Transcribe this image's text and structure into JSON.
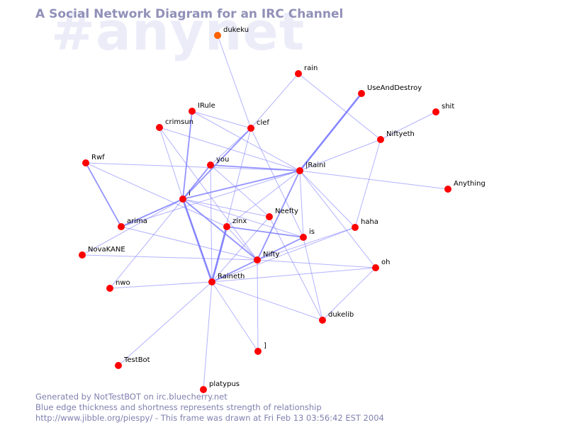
{
  "channel": "#anynet",
  "title": "A Social Network Diagram for an IRC Channel",
  "footer": {
    "line1": "Generated by NotTestBOT on irc.bluecherry.net",
    "line2": "Blue edge thickness and shortness represents strength of relationship",
    "line3": "http://www.jibble.org/piespy/ - This frame was drawn at Fri Feb 13 03:56:42 EST 2004"
  },
  "colors": {
    "node": "#ff0000",
    "highlight_node": "#ff6000",
    "edge": "#8080ff",
    "title": "#9090b8",
    "watermark": "#ececf9"
  },
  "nodes": [
    {
      "id": "dukeku",
      "label": "dukeku",
      "highlight": true
    },
    {
      "id": "rain",
      "label": "rain"
    },
    {
      "id": "UseAndDestroy",
      "label": "UseAndDestroy"
    },
    {
      "id": "shit",
      "label": "shit"
    },
    {
      "id": "IRule",
      "label": "IRule"
    },
    {
      "id": "clef",
      "label": "clef"
    },
    {
      "id": "crimsun",
      "label": "crimsun"
    },
    {
      "id": "Niftyeth",
      "label": "Niftyeth"
    },
    {
      "id": "Rwf",
      "label": "Rwf"
    },
    {
      "id": "you",
      "label": "you"
    },
    {
      "id": "IRainI",
      "label": "|RainI"
    },
    {
      "id": "Anything",
      "label": "Anything"
    },
    {
      "id": "i",
      "label": "i"
    },
    {
      "id": "Neefty",
      "label": "Neefty"
    },
    {
      "id": "arima",
      "label": "arima"
    },
    {
      "id": "zinx",
      "label": "zinx"
    },
    {
      "id": "haha",
      "label": "haha"
    },
    {
      "id": "is",
      "label": "is"
    },
    {
      "id": "NovaKANE",
      "label": "NovaKANE"
    },
    {
      "id": "Nifty",
      "label": "Nifty"
    },
    {
      "id": "oh",
      "label": "oh"
    },
    {
      "id": "Raineth",
      "label": "Raineth"
    },
    {
      "id": "nwo",
      "label": "nwo"
    },
    {
      "id": "dukelib",
      "label": "dukelib"
    },
    {
      "id": "bracket",
      "label": "]"
    },
    {
      "id": "TestBot",
      "label": "TestBot"
    },
    {
      "id": "platypus",
      "label": "platypus"
    }
  ],
  "edges": [
    {
      "from": "dukeku",
      "to": "clef",
      "weight": 1
    },
    {
      "from": "rain",
      "to": "clef",
      "weight": 1
    },
    {
      "from": "rain",
      "to": "Niftyeth",
      "weight": 1
    },
    {
      "from": "UseAndDestroy",
      "to": "IRainI",
      "weight": 3
    },
    {
      "from": "shit",
      "to": "Niftyeth",
      "weight": 1
    },
    {
      "from": "IRule",
      "to": "i",
      "weight": 2
    },
    {
      "from": "IRule",
      "to": "IRainI",
      "weight": 1
    },
    {
      "from": "IRule",
      "to": "clef",
      "weight": 1
    },
    {
      "from": "clef",
      "to": "i",
      "weight": 2
    },
    {
      "from": "clef",
      "to": "you",
      "weight": 1
    },
    {
      "from": "clef",
      "to": "Raineth",
      "weight": 1
    },
    {
      "from": "clef",
      "to": "is",
      "weight": 1
    },
    {
      "from": "crimsun",
      "to": "i",
      "weight": 1
    },
    {
      "from": "crimsun",
      "to": "IRainI",
      "weight": 1
    },
    {
      "from": "crimsun",
      "to": "Nifty",
      "weight": 1
    },
    {
      "from": "Niftyeth",
      "to": "IRainI",
      "weight": 1
    },
    {
      "from": "Niftyeth",
      "to": "haha",
      "weight": 1
    },
    {
      "from": "Rwf",
      "to": "arima",
      "weight": 2
    },
    {
      "from": "Rwf",
      "to": "IRainI",
      "weight": 1
    },
    {
      "from": "Rwf",
      "to": "zinx",
      "weight": 1
    },
    {
      "from": "you",
      "to": "IRainI",
      "weight": 2
    },
    {
      "from": "you",
      "to": "i",
      "weight": 2
    },
    {
      "from": "you",
      "to": "Raineth",
      "weight": 1
    },
    {
      "from": "you",
      "to": "Neefty",
      "weight": 1
    },
    {
      "from": "IRainI",
      "to": "i",
      "weight": 2
    },
    {
      "from": "IRainI",
      "to": "Anything",
      "weight": 1
    },
    {
      "from": "IRainI",
      "to": "Nifty",
      "weight": 2
    },
    {
      "from": "IRainI",
      "to": "is",
      "weight": 1
    },
    {
      "from": "IRainI",
      "to": "zinx",
      "weight": 1
    },
    {
      "from": "IRainI",
      "to": "haha",
      "weight": 1
    },
    {
      "from": "IRainI",
      "to": "oh",
      "weight": 1
    },
    {
      "from": "IRainI",
      "to": "arima",
      "weight": 1
    },
    {
      "from": "i",
      "to": "Raineth",
      "weight": 3
    },
    {
      "from": "i",
      "to": "arima",
      "weight": 2
    },
    {
      "from": "i",
      "to": "Nifty",
      "weight": 2
    },
    {
      "from": "i",
      "to": "NovaKANE",
      "weight": 1
    },
    {
      "from": "i",
      "to": "Neefty",
      "weight": 1
    },
    {
      "from": "i",
      "to": "nwo",
      "weight": 1
    },
    {
      "from": "i",
      "to": "is",
      "weight": 1
    },
    {
      "from": "Neefty",
      "to": "dukelib",
      "weight": 1
    },
    {
      "from": "Neefty",
      "to": "Raineth",
      "weight": 1
    },
    {
      "from": "arima",
      "to": "Nifty",
      "weight": 1
    },
    {
      "from": "zinx",
      "to": "Raineth",
      "weight": 3
    },
    {
      "from": "zinx",
      "to": "is",
      "weight": 2
    },
    {
      "from": "zinx",
      "to": "Nifty",
      "weight": 1
    },
    {
      "from": "haha",
      "to": "Nifty",
      "weight": 1
    },
    {
      "from": "haha",
      "to": "Raineth",
      "weight": 1
    },
    {
      "from": "is",
      "to": "Nifty",
      "weight": 2
    },
    {
      "from": "is",
      "to": "dukelib",
      "weight": 1
    },
    {
      "from": "NovaKANE",
      "to": "Nifty",
      "weight": 1
    },
    {
      "from": "Nifty",
      "to": "Raineth",
      "weight": 2
    },
    {
      "from": "Nifty",
      "to": "oh",
      "weight": 1
    },
    {
      "from": "Nifty",
      "to": "bracket",
      "weight": 1
    },
    {
      "from": "Raineth",
      "to": "nwo",
      "weight": 1
    },
    {
      "from": "Raineth",
      "to": "TestBot",
      "weight": 1
    },
    {
      "from": "Raineth",
      "to": "platypus",
      "weight": 1
    },
    {
      "from": "Raineth",
      "to": "bracket",
      "weight": 1
    },
    {
      "from": "Raineth",
      "to": "dukelib",
      "weight": 1
    },
    {
      "from": "Raineth",
      "to": "oh",
      "weight": 1
    },
    {
      "from": "oh",
      "to": "dukelib",
      "weight": 1
    }
  ]
}
